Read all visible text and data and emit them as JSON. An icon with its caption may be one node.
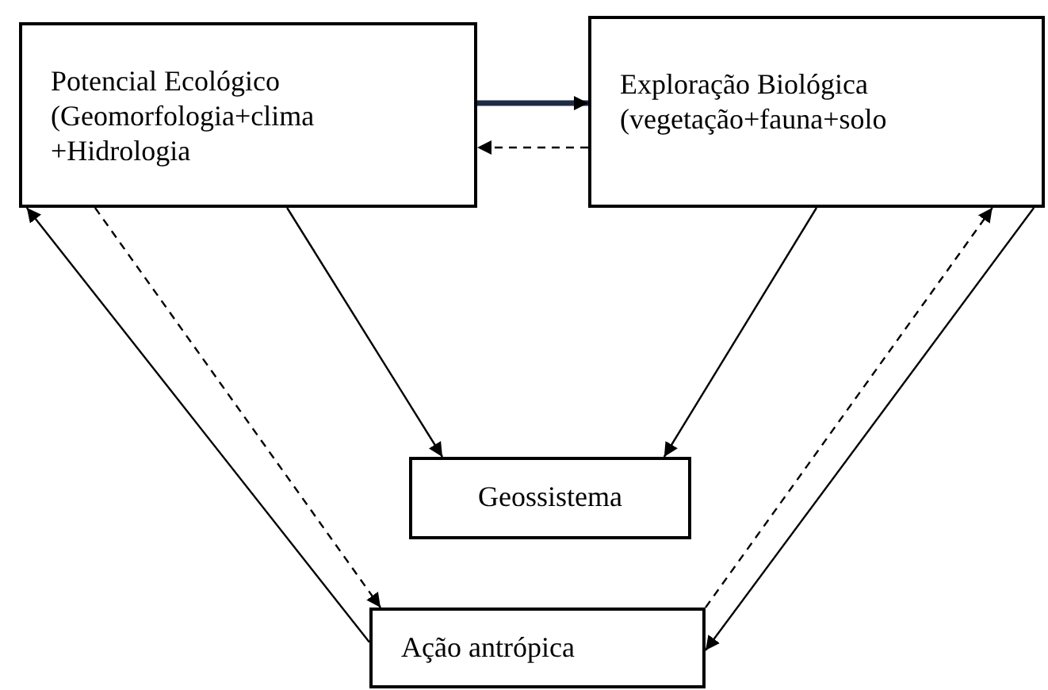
{
  "diagram": {
    "nodes": [
      {
        "text": [
          "Potencial Ecológico (Geomorfologia+clima +Hidrologia"
        ]
      },
      {
        "text": [
          "Exploração Biológica (vegetação+fauna+solo"
        ]
      },
      {
        "text": [
          "Geossistema"
        ]
      },
      {
        "text": [
          "Ação antrópica"
        ]
      }
    ],
    "edges": [
      {
        "from": 0,
        "to": 1,
        "arrow": "to",
        "style": "thick"
      },
      {
        "from": 1,
        "to": 0,
        "arrow": "to",
        "style": "dashed"
      },
      {
        "from": 0,
        "to": 2,
        "arrow": "to"
      },
      {
        "from": 1,
        "to": 2,
        "arrow": "to"
      },
      {
        "from": 3,
        "to": 0,
        "arrow": "to"
      },
      {
        "from": 0,
        "to": 3,
        "arrow": "to",
        "style": "dashed"
      },
      {
        "from": 3,
        "to": 1,
        "arrow": "to",
        "style": "dashed"
      },
      {
        "from": 1,
        "to": 3,
        "arrow": "to"
      }
    ]
  }
}
